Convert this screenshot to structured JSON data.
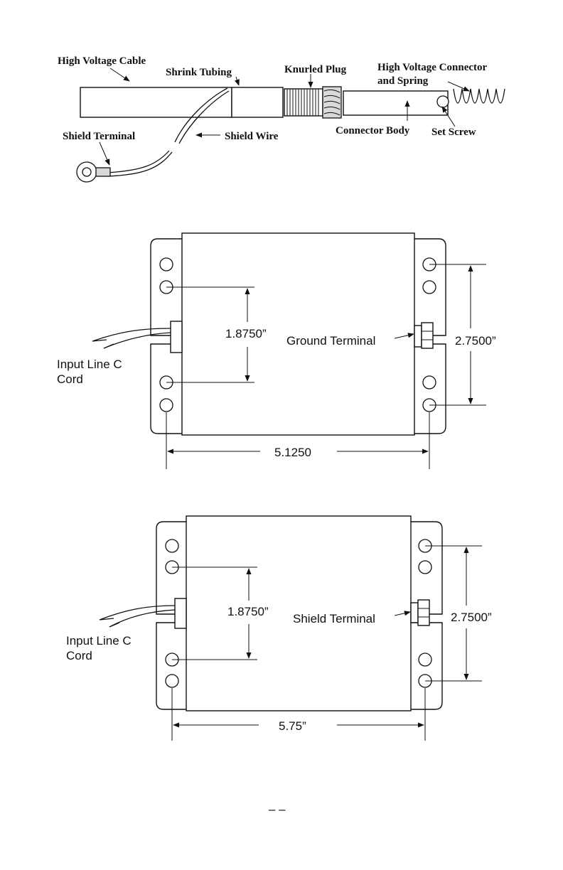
{
  "cable_diagram": {
    "labels": {
      "high_voltage_cable": "High Voltage Cable",
      "shrink_tubing": "Shrink Tubing",
      "knurled_plug": "Knurled Plug",
      "hv_connector_line1": "High Voltage Connector",
      "hv_connector_line2": "and Spring",
      "shield_terminal": "Shield Terminal",
      "shield_wire": "Shield Wire",
      "connector_body": "Connector Body",
      "set_screw": "Set Screw"
    }
  },
  "drawing_1": {
    "dim_vertical_left": "1.8750”",
    "dim_vertical_right": "2.7500”",
    "dim_horizontal": "5.1250",
    "terminal_label": "Ground Terminal",
    "cord_label_line1": "Input Line C",
    "cord_label_line2": "Cord"
  },
  "drawing_2": {
    "dim_vertical_left": "1.8750”",
    "dim_vertical_right": "2.7500”",
    "dim_horizontal": "5.75”",
    "terminal_label": "Shield Terminal",
    "cord_label_line1": "Input Line C",
    "cord_label_line2": "Cord"
  },
  "footer": {
    "page_marker": "– –"
  }
}
